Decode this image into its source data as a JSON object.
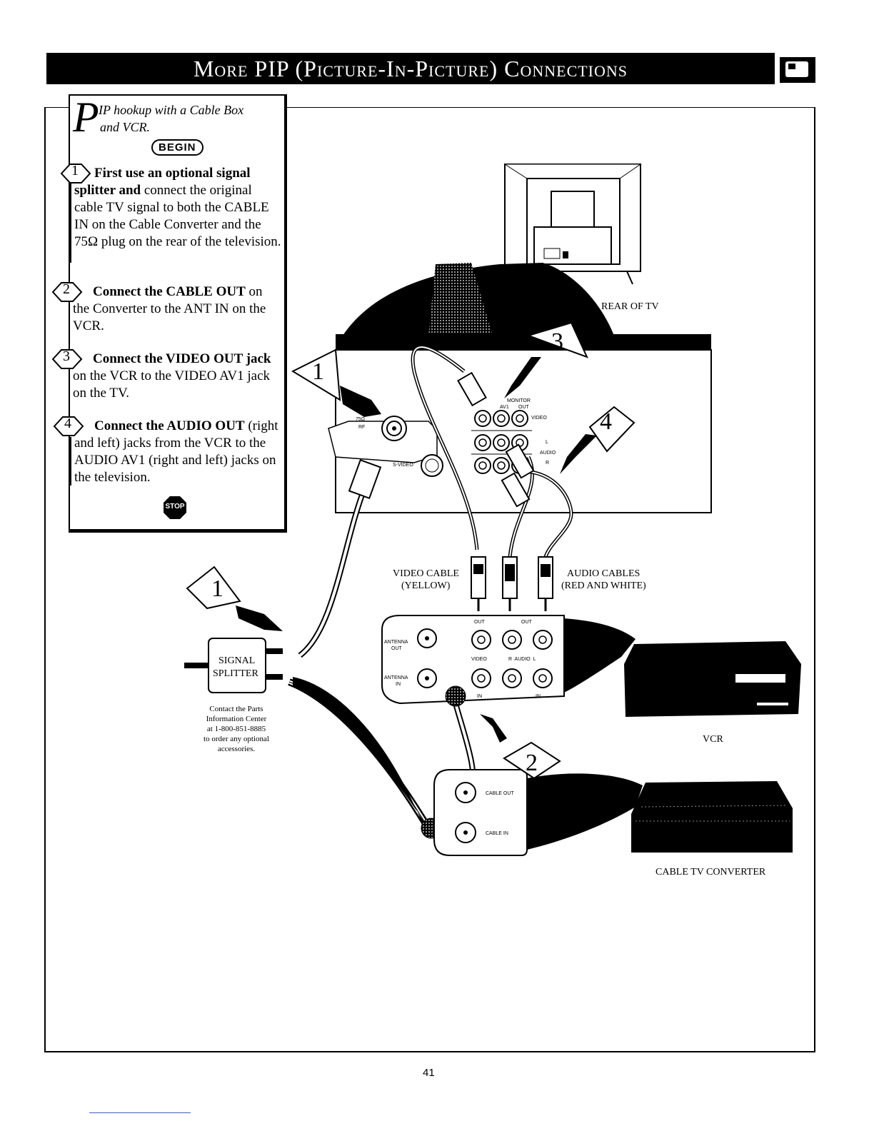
{
  "header": {
    "title": "More PIP (Picture-In-Picture) Connections",
    "icon": "pip-tv-icon"
  },
  "instructions": {
    "intro_cap": "P",
    "intro_line1": "IP hookup with a Cable Box",
    "intro_line2": "and VCR.",
    "begin_label": "BEGIN",
    "steps": [
      {
        "number": "1",
        "bold": "First use an optional signal splitter and",
        "text": " connect the original cable TV signal to both the CABLE IN on the Cable Converter and the 75Ω plug on the rear of the television."
      },
      {
        "number": "2",
        "bold": "Connect the CABLE OUT",
        "text": " on the Converter to the ANT IN on the VCR."
      },
      {
        "number": "3",
        "bold": "Connect the VIDEO OUT jack",
        "text": " on the VCR to the VIDEO AV1 jack on the TV."
      },
      {
        "number": "4",
        "bold": "Connect the AUDIO OUT",
        "text": " (right and left) jacks from the VCR to the AUDIO AV1 (right and left) jacks on the television."
      }
    ],
    "stop_label": "STOP"
  },
  "diagram": {
    "rear_of_tv": "REAR OF TV",
    "video_cable_line1": "VIDEO CABLE",
    "video_cable_line2": "(YELLOW)",
    "audio_cables_line1": "AUDIO CABLES",
    "audio_cables_line2": "(RED AND WHITE)",
    "vcr_label": "VCR",
    "converter_label": "CABLE TV CONVERTER",
    "splitter_line1": "SIGNAL",
    "splitter_line2": "SPLITTER",
    "contact_lines": [
      "Contact the Parts",
      "Information Center",
      "at 1-800-851-8885",
      "to order any optional",
      "accessories."
    ],
    "callouts": [
      "1",
      "2",
      "3",
      "4",
      "1"
    ],
    "tv_jacks": {
      "ohm": "75Ω",
      "rf": "RF",
      "svideo": "S-VIDEO",
      "monitor": "MONITOR",
      "av1": "AV1",
      "out": "OUT",
      "video": "VIDEO",
      "l": "L",
      "audio": "AUDIO",
      "r": "R"
    },
    "vcr_jacks": {
      "out1": "OUT",
      "out2": "OUT",
      "antenna_out_1": "ANTENNA",
      "antenna_out_2": "OUT",
      "antenna_in_1": "ANTENNA",
      "antenna_in_2": "IN",
      "video": "VIDEO",
      "r_audio_l": "R  AUDIO  L",
      "in1": "IN",
      "in2": "IN"
    },
    "converter_jacks": {
      "cable_out": "CABLE OUT",
      "cable_in": "CABLE IN"
    }
  },
  "footer": {
    "page_number": "41"
  }
}
